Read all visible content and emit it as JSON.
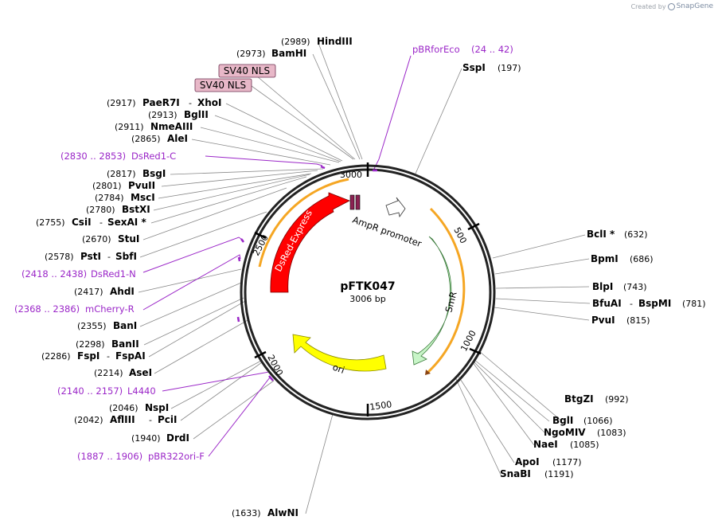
{
  "watermark": {
    "created_by": "Created by",
    "brand": "SnapGene"
  },
  "plasmid": {
    "name": "pFTK047",
    "length": "3006 bp"
  },
  "ticks": [
    "500",
    "1000",
    "1500",
    "2000",
    "2500",
    "3000"
  ],
  "features": {
    "dsred": "DsRed-Express",
    "ampr_promoter": "AmpR promoter",
    "smr": "SmR",
    "ori": "ori"
  },
  "boxed_features": [
    "SV40 NLS",
    "SV40 NLS"
  ],
  "sites_left": [
    {
      "pos": "(2989)",
      "name": "HindIII"
    },
    {
      "pos": "(2973)",
      "name": "BamHI"
    },
    {
      "pos": "(2917)",
      "name": "PaeR7I",
      "sep": "-",
      "name2": "XhoI"
    },
    {
      "pos": "(2913)",
      "name": "BglII"
    },
    {
      "pos": "(2911)",
      "name": "NmeAIII"
    },
    {
      "pos": "(2865)",
      "name": "AleI"
    },
    {
      "pos": "(2817)",
      "name": "BsgI"
    },
    {
      "pos": "(2801)",
      "name": "PvuII"
    },
    {
      "pos": "(2784)",
      "name": "MscI"
    },
    {
      "pos": "(2780)",
      "name": "BstXI"
    },
    {
      "pos": "(2755)",
      "name": "CsiI",
      "sep": "-",
      "name2": "SexAI *"
    },
    {
      "pos": "(2670)",
      "name": "StuI"
    },
    {
      "pos": "(2578)",
      "name": "PstI",
      "sep": "-",
      "name2": "SbfI"
    },
    {
      "pos": "(2417)",
      "name": "AhdI"
    },
    {
      "pos": "(2355)",
      "name": "BanI"
    },
    {
      "pos": "(2298)",
      "name": "BanII"
    },
    {
      "pos": "(2286)",
      "name": "FspI",
      "sep": "-",
      "name2": "FspAI"
    },
    {
      "pos": "(2214)",
      "name": "AseI"
    },
    {
      "pos": "(2046)",
      "name": "NspI"
    },
    {
      "pos": "(2042)",
      "name": "AflIII",
      "sep": "-",
      "name2": "PciI"
    },
    {
      "pos": "(1940)",
      "name": "DrdI"
    },
    {
      "pos": "(1633)",
      "name": "AlwNI"
    }
  ],
  "sites_right": [
    {
      "name": "SspI",
      "pos": "(197)"
    },
    {
      "name": "BclI *",
      "pos": "(632)"
    },
    {
      "name": "BpmI",
      "pos": "(686)"
    },
    {
      "name": "BlpI",
      "pos": "(743)"
    },
    {
      "name": "BfuAI",
      "sep": "-",
      "name2": "BspMI",
      "pos": "(781)"
    },
    {
      "name": "PvuI",
      "pos": "(815)"
    },
    {
      "name": "BtgZI",
      "pos": "(992)"
    },
    {
      "name": "BglI",
      "pos": "(1066)"
    },
    {
      "name": "NgoMIV",
      "pos": "(1083)"
    },
    {
      "name": "NaeI",
      "pos": "(1085)"
    },
    {
      "name": "ApoI",
      "pos": "(1177)"
    },
    {
      "name": "SnaBI",
      "pos": "(1191)"
    }
  ],
  "primers": [
    {
      "name": "pBRforEco",
      "range": "(24 .. 42)"
    },
    {
      "range": "(2830 .. 2853)",
      "name": "DsRed1-C"
    },
    {
      "range": "(2418 .. 2438)",
      "name": "DsRed1-N"
    },
    {
      "range": "(2368 .. 2386)",
      "name": "mCherry-R"
    },
    {
      "range": "(2140 .. 2157)",
      "name": "L4440"
    },
    {
      "range": "(1887 .. 1906)",
      "name": "pBR322ori-F"
    }
  ],
  "colors": {
    "dsred": "#ff0000",
    "smr": "#c8f5c8",
    "ori": "#ffff00",
    "primer": "#9b27c8",
    "orange_arc": "#f5a623",
    "nls_fill": "#e8b8c8"
  }
}
